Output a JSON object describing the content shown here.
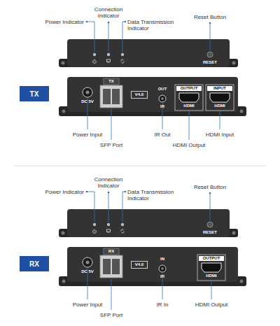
{
  "diagram": {
    "nodes": [
      {
        "text": [
          "TX"
        ]
      },
      {
        "text": [
          "RX"
        ]
      }
    ],
    "edges": [],
    "labels": [
      "Power Indicator",
      "Connection Indicator",
      "Data Transmission Indicator",
      "Reset Button",
      "RESET",
      "DC 5V",
      "TX",
      "V4.0",
      "OUT",
      "IR",
      "OUTPUT",
      "HDMI",
      "INPUT",
      "HDMI",
      "Power Input",
      "SFP Port",
      "IR Out",
      "HDMI Output",
      "HDMI Input",
      "Power Indicator",
      "Connection Indicator",
      "Data Transmission Indicator",
      "Reset Button",
      "RESET",
      "DC 5V",
      "RX",
      "V4.0",
      "IN",
      "IR",
      "OUTPUT",
      "HDMI",
      "Power Input",
      "SFP Port",
      "IR In",
      "HDMI Output"
    ]
  }
}
